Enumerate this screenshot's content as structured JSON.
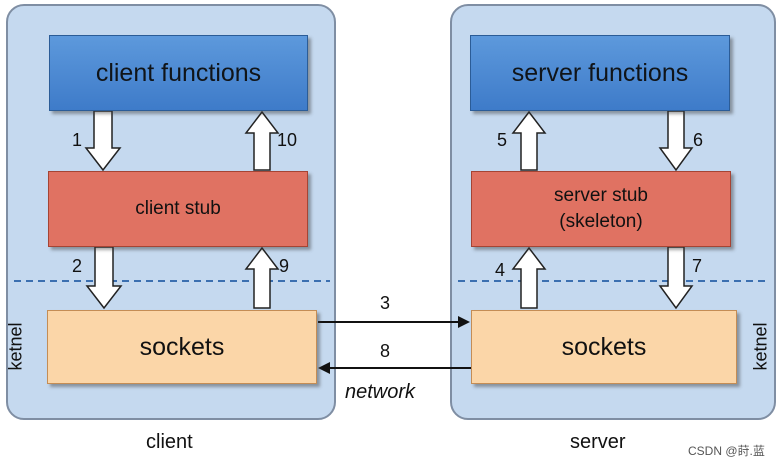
{
  "client": {
    "functions_label": "client functions",
    "stub_label": "client stub",
    "sockets_label": "sockets",
    "kernel_label": "ketnel",
    "caption": "client"
  },
  "server": {
    "functions_label": "server functions",
    "stub_line1": "server stub",
    "stub_line2": "(skeleton)",
    "sockets_label": "sockets",
    "kernel_label": "ketnel",
    "caption": "server"
  },
  "steps": {
    "s1": "1",
    "s2": "2",
    "s3": "3",
    "s4": "4",
    "s5": "5",
    "s6": "6",
    "s7": "7",
    "s8": "8",
    "s9": "9",
    "s10": "10"
  },
  "network_label": "network",
  "watermark": "CSDN @莳.蓝",
  "colors": {
    "panel": "#c5d9ef",
    "functions": "#4a86d0",
    "stub": "#e07262",
    "sockets": "#fbd6a8",
    "kernel_line": "#3b6fb0"
  }
}
